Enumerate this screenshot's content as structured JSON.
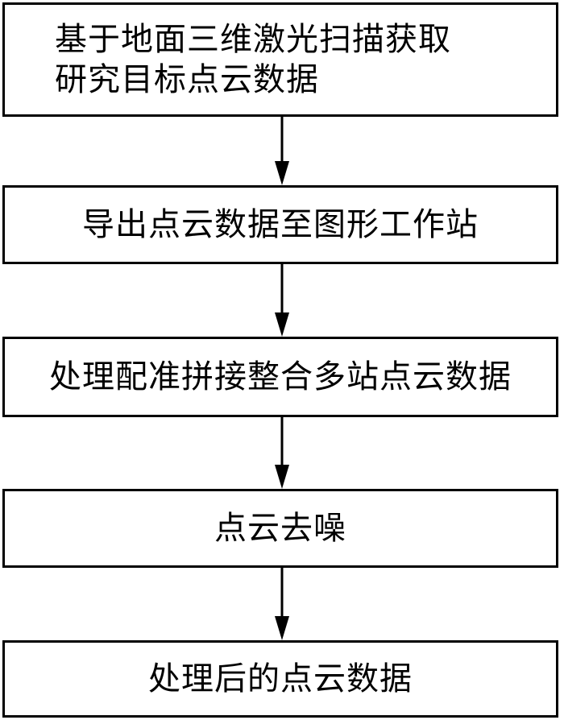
{
  "flowchart": {
    "steps": [
      {
        "line1": "基于地面三维激光扫描获取",
        "line2": "研究目标点云数据"
      },
      {
        "label": "导出点云数据至图形工作站"
      },
      {
        "label": "处理配准拼接整合多站点云数据"
      },
      {
        "label": "点云去噪"
      },
      {
        "label": "处理后的点云数据"
      }
    ],
    "colors": {
      "stroke": "#000000",
      "fill": "#ffffff"
    }
  }
}
